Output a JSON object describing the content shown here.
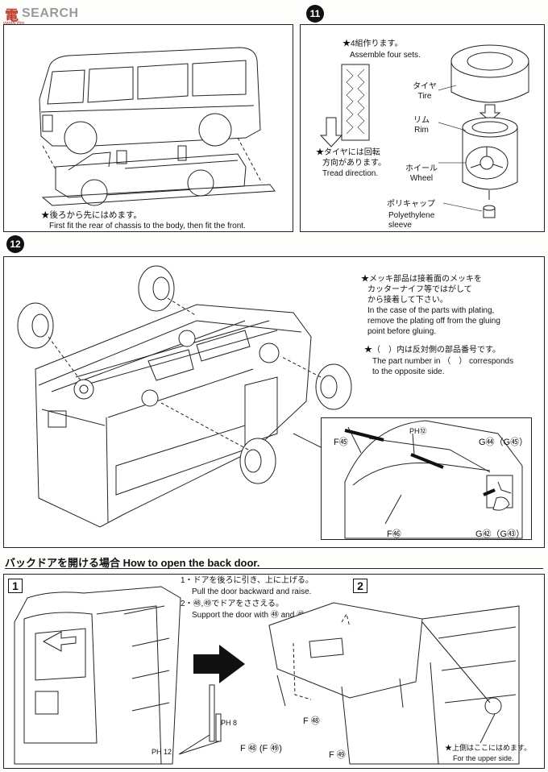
{
  "logo": {
    "mark": "電",
    "text": "SEARCH",
    "sub": "www.dm..."
  },
  "step_body": {
    "note_jp": "★後ろから先にはめます。",
    "note_en": "First fit the rear of chassis to the body, then fit the front."
  },
  "step11": {
    "number": "11",
    "assemble_jp": "★4組作ります。",
    "assemble_en": "Assemble four sets.",
    "tire_jp": "タイヤ",
    "tire_en": "Tire",
    "rim_jp": "リム",
    "rim_en": "Rim",
    "wheel_jp": "ホイール",
    "wheel_en": "Wheel",
    "tread_jp1": "★タイヤには回転",
    "tread_jp2": "方向があります。",
    "tread_en": "Tread direction.",
    "cap_jp": "ポリキャップ",
    "cap_en1": "Polyethylene",
    "cap_en2": "sleeve"
  },
  "step12": {
    "number": "12",
    "plating_jp1": "★メッキ部品は接着面のメッキを",
    "plating_jp2": "カッターナイフ等ではがして",
    "plating_jp3": "から接着して下さい。",
    "plating_en1": "In the case of the parts with plating,",
    "plating_en2": "remove the plating off from the gluing",
    "plating_en3": "point before gluing.",
    "opp_jp": "★（　）内は反対側の部品番号です。",
    "opp_en1": "The part number in （　） corresponds",
    "opp_en2": "to the opposite side.",
    "part_f45": "F㊺",
    "part_ph12": "PH⑫",
    "part_g54": "G㊹（G㊺）",
    "part_f46": "F㊻",
    "part_g52": "G㊷（G㊸）"
  },
  "backdoor": {
    "heading": "バックドアを開ける場合 How to open the back door.",
    "box1": "1",
    "box2": "2",
    "inst1_jp": "1・ドアを後ろに引き、上に上げる。",
    "inst1_en": "Pull the door backward and raise.",
    "inst2_jp": "2・㊽,㊾でドアをささえる。",
    "inst2_en": "Support the door with ㊽ and ㊾.",
    "ph8": "PH 8",
    "ph12": "PH 12",
    "f48_49": "F ㊽ (F ㊾)",
    "f48": "F ㊽",
    "f49": "F ㊾",
    "upper_jp": "★上側はここにはめます。",
    "upper_en": "For the upper side."
  }
}
